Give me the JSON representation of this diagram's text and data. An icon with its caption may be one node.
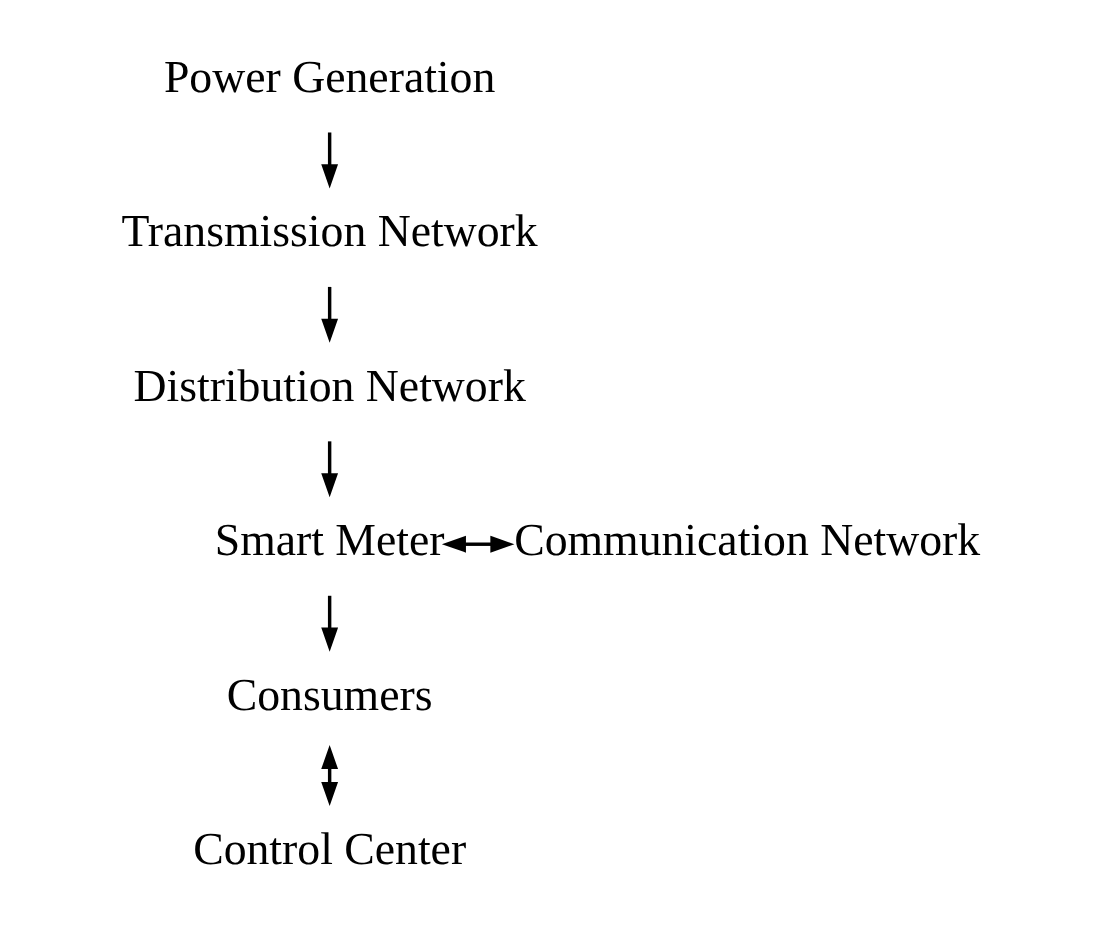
{
  "diagram": {
    "nodes": [
      {
        "text": [
          "Power Generation"
        ]
      },
      {
        "text": [
          "Transmission Network"
        ]
      },
      {
        "text": [
          "Distribution Network"
        ]
      },
      {
        "text": [
          "Smart Meter"
        ]
      },
      {
        "text": [
          "Communication Network"
        ]
      },
      {
        "text": [
          "Consumers"
        ]
      },
      {
        "text": [
          "Control Center"
        ]
      }
    ],
    "edges": [
      {
        "from": 0,
        "to": 1,
        "arrow": "to"
      },
      {
        "from": 1,
        "to": 2,
        "arrow": "to"
      },
      {
        "from": 2,
        "to": 3,
        "arrow": "to"
      },
      {
        "from": 3,
        "to": 4,
        "arrow": "both"
      },
      {
        "from": 3,
        "to": 5,
        "arrow": "to"
      },
      {
        "from": 5,
        "to": 6,
        "arrow": "both"
      }
    ]
  }
}
